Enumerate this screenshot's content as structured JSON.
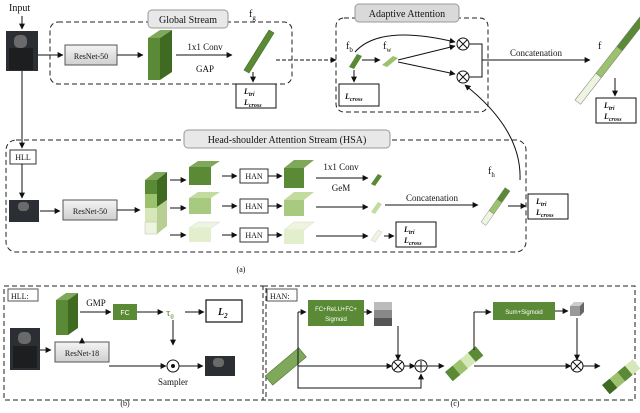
{
  "labels": {
    "input": "Input",
    "global_stream": "Global Stream",
    "adaptive_attention": "Adaptive Attention",
    "resnet50_top": "ResNet-50",
    "conv_top": "1x1 Conv",
    "gap": "GAP",
    "fg": "f",
    "fg_sub": "g",
    "fb": "f",
    "fb_sub": "b",
    "fw": "f",
    "fw_sub": "w",
    "f": "f",
    "fh": "f",
    "fh_sub": "h",
    "concatenation_top": "Concatenation",
    "loss_tri": "L",
    "loss_tri_sub": "tri",
    "loss_cross": "L",
    "loss_cross_sub": "cross",
    "hsa_title": "Head-shoulder Attention Stream (HSA)",
    "hll": "HLL",
    "resnet50_mid": "ResNet-50",
    "han": "HAN",
    "conv_mid": "1x1 Conv",
    "gem": "GeM",
    "concatenation_mid": "Concatenation",
    "caption_a": "(a)",
    "hll_panel": "HLL:",
    "gmp": "GMP",
    "fc": "FC",
    "tau": "τ",
    "tau_sub": "θ",
    "l2": "L",
    "l2_sub": "2",
    "resnet18": "ResNet-18",
    "sampler": "Sampler",
    "caption_b": "(b)",
    "han_panel": "HAN:",
    "fc_relu_1": "FC+ReLU+FC+",
    "fc_relu_2": "Sigmoid",
    "sum_sigmoid": "Sum+Sigmoid",
    "caption_c": "(c)"
  },
  "colors": {
    "dark_green": "#5a8a35",
    "mid_green": "#9cc26e",
    "light_green": "#d6e8b8",
    "pale_green": "#eef5df",
    "grey": "#9a9a9a",
    "box_fill": "#e6e6e6"
  }
}
